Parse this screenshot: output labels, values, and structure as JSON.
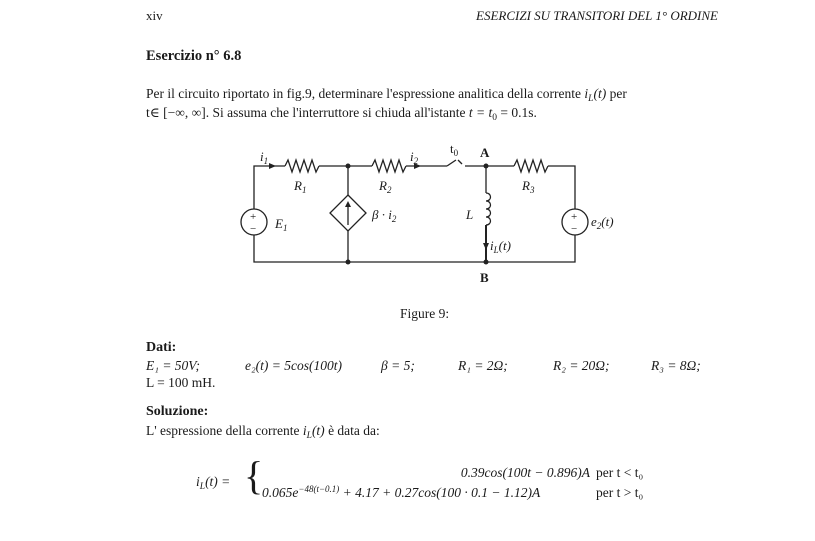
{
  "header": {
    "page_number": "xiv",
    "chapter_title": "ESERCIZI SU TRANSITORI DEL 1° ORDINE"
  },
  "exercise": {
    "title": "Esercizio n° 6.8",
    "text_1a": "Per il circuito riportato in fig.",
    "fig_ref": "9",
    "text_1b": ", determinare l'espressione analitica della corrente ",
    "text_1c": " per",
    "text_2a": "t∈ [−∞, ∞]. Si assuma che l'interruttore si chiuda all'istante ",
    "text_2b": "t = t",
    "text_2c": " = 0.1s."
  },
  "circuit": {
    "i1": "i",
    "i1_sub": "1",
    "i2": "i",
    "i2_sub": "2",
    "R1": "R",
    "R1_sub": "1",
    "R2": "R",
    "R2_sub": "2",
    "R3": "R",
    "R3_sub": "3",
    "t0": "t",
    "t0_sub": "0",
    "node_A": "A",
    "node_B": "B",
    "E1": "E",
    "E1_sub": "1",
    "beta_i2": "β · i",
    "beta_i2_sub": "2",
    "L": "L",
    "iL": "i",
    "iL_sub": "L",
    "iL_tail": "(t)",
    "e2": "e",
    "e2_sub": "2",
    "e2_tail": "(t)",
    "plus": "+",
    "minus": "−"
  },
  "figure_caption": "Figure 9:",
  "dati": {
    "heading": "Dati:",
    "E1": "E₁ = 50V;",
    "e2": "e₂(t) = 5cos(100t)",
    "beta": "β = 5;",
    "R1": "R₁ = 2Ω;",
    "R2": "R₂ = 20Ω;",
    "R3": "R₃ = 8Ω;",
    "L": "L = 100 mH."
  },
  "soluzione": {
    "heading": "Soluzione:",
    "text_a": "L' espressione della corrente ",
    "text_b": " è data da:",
    "lhs": "i",
    "lhs_sub": "L",
    "lhs_tail": "(t) =",
    "case1_expr": "0.39cos(100t − 0.896)A",
    "case1_cond": "per t < t₀",
    "case2_a": "0.065e",
    "case2_exp": "−48(t−0.1)",
    "case2_b": " + 4.17 + 0.27cos(100 · 0.1 − 1.12)A",
    "case2_cond": "per t > t₀"
  }
}
